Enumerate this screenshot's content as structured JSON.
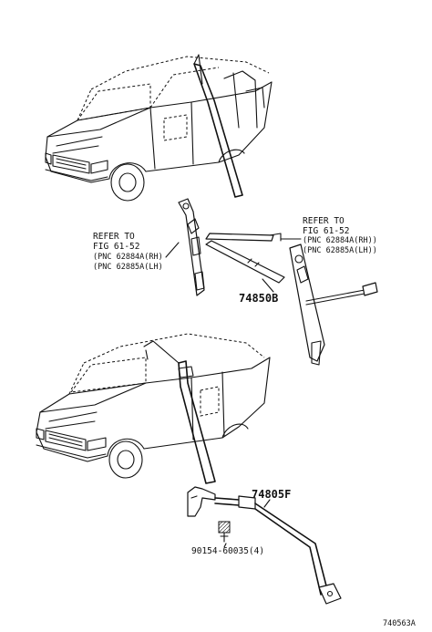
{
  "labels": {
    "refer_left": [
      "REFER TO",
      "FIG 61-52",
      "(PNC 62884A(RH)",
      "(PNC 62885A(LH)"
    ],
    "refer_right": [
      "REFER TO",
      "FIG 61-52",
      "(PNC 62884A(RH))",
      "(PNC 62885A(LH))"
    ],
    "part_74850b": "74850B",
    "part_74805f": "74805F",
    "part_bolt": "90154-60035(4)",
    "figure_code": "740563A"
  }
}
